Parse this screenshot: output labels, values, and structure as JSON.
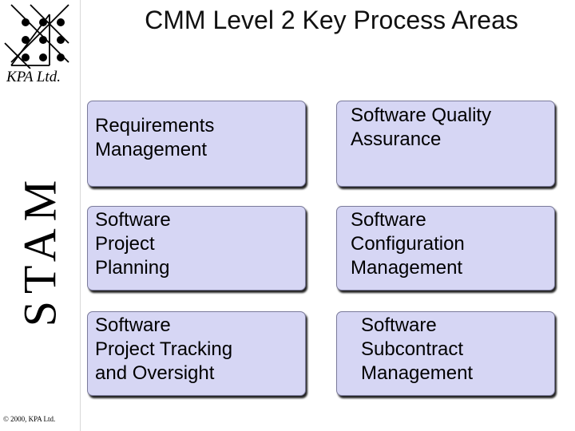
{
  "logo": {
    "company": "KPA  Ltd."
  },
  "brand": "STAM",
  "copyright": "© 2000, KPA Ltd.",
  "title": "CMM Level 2 Key Process Areas",
  "key_process_areas": [
    {
      "label": "Requirements\nManagement"
    },
    {
      "label": "Software Quality\nAssurance"
    },
    {
      "label": "Software\nProject\nPlanning"
    },
    {
      "label": "Software\nConfiguration\nManagement"
    },
    {
      "label": "Software\nProject Tracking\nand Oversight"
    },
    {
      "label": "Software\nSubcontract\nManagement"
    }
  ],
  "colors": {
    "box_fill": "#d6d6f4",
    "box_border": "#7a7a9a",
    "shadow": "#222222"
  }
}
